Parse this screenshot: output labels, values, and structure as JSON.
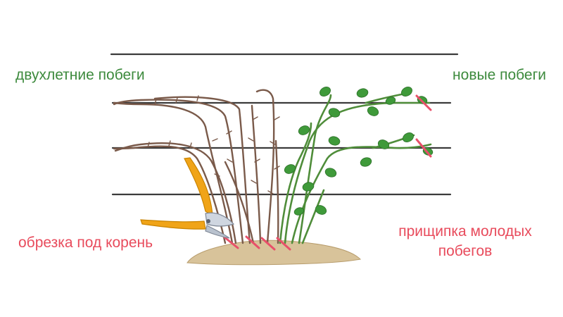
{
  "labels": {
    "old_shoots": "двухлетние побеги",
    "new_shoots": "новые побеги",
    "root_pruning": "обрезка под корень",
    "pinching_line1": "прищипка молодых",
    "pinching_line2": "побегов"
  },
  "colors": {
    "label_green": "#3d8a3d",
    "label_red": "#e84b5c",
    "old_cane": "#7a5a4a",
    "new_cane": "#4f8d3a",
    "leaf": "#3f9a3a",
    "wire": "#3b3b3b",
    "soil": "#d8c39a",
    "pruner_handle": "#f0a418",
    "cut_mark": "#e8506a"
  },
  "icons": {
    "pruner": "pruning-shears-icon"
  }
}
